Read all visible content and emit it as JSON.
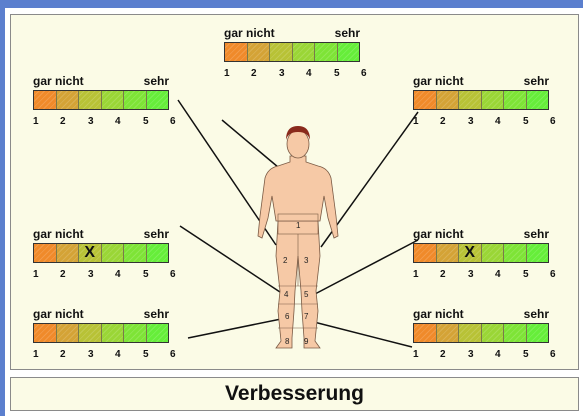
{
  "scale_labels": {
    "low": "gar nicht",
    "high": "sehr",
    "numbers": [
      "1",
      "2",
      "3",
      "4",
      "5",
      "6"
    ]
  },
  "scales": [
    {
      "id": "top-center",
      "marked": null
    },
    {
      "id": "upper-left",
      "marked": null
    },
    {
      "id": "upper-right",
      "marked": null
    },
    {
      "id": "middle-left",
      "marked": 3
    },
    {
      "id": "middle-right",
      "marked": 3
    },
    {
      "id": "lower-left",
      "marked": null
    },
    {
      "id": "lower-right",
      "marked": null
    }
  ],
  "mark_symbol": "X",
  "body_regions": [
    "1",
    "2",
    "3",
    "4",
    "5",
    "6",
    "7",
    "8",
    "9"
  ],
  "footer": {
    "title": "Verbesserung"
  },
  "colors": {
    "scale_cells": [
      "#f08a2a",
      "#d4a336",
      "#b8c236",
      "#9ad636",
      "#7ee436",
      "#66ee3a"
    ],
    "panel_bg": "#fbfbe6",
    "frame": "#5b7fce",
    "skin": "#f6c9a6",
    "hair": "#8a2a1c"
  }
}
